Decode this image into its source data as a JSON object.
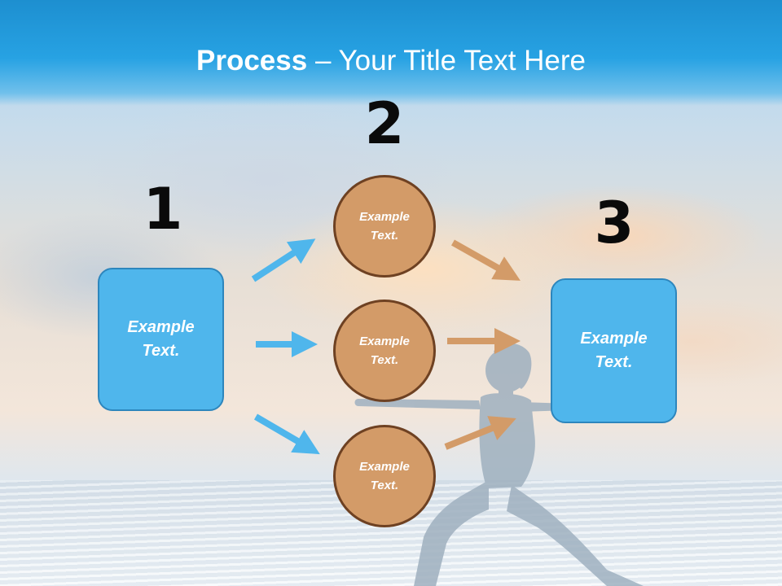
{
  "title": {
    "strong": "Process",
    "rest": " – Your Title Text Here"
  },
  "steps": {
    "step1_number": "1",
    "step2_number": "2",
    "step3_number": "3"
  },
  "boxes": {
    "left_text": "Example Text.",
    "right_text": "Example Text."
  },
  "circles": {
    "top_text": "Example Text.",
    "middle_text": "Example Text.",
    "bottom_text": "Example Text."
  },
  "colors": {
    "header": "#27a2e3",
    "box_fill": "#4fb6ec",
    "box_border": "#2d86bd",
    "circle_fill": "#d39b68",
    "circle_border": "#6e4122",
    "arrow_blue": "#4fb6ec",
    "arrow_tan": "#d39b68"
  }
}
